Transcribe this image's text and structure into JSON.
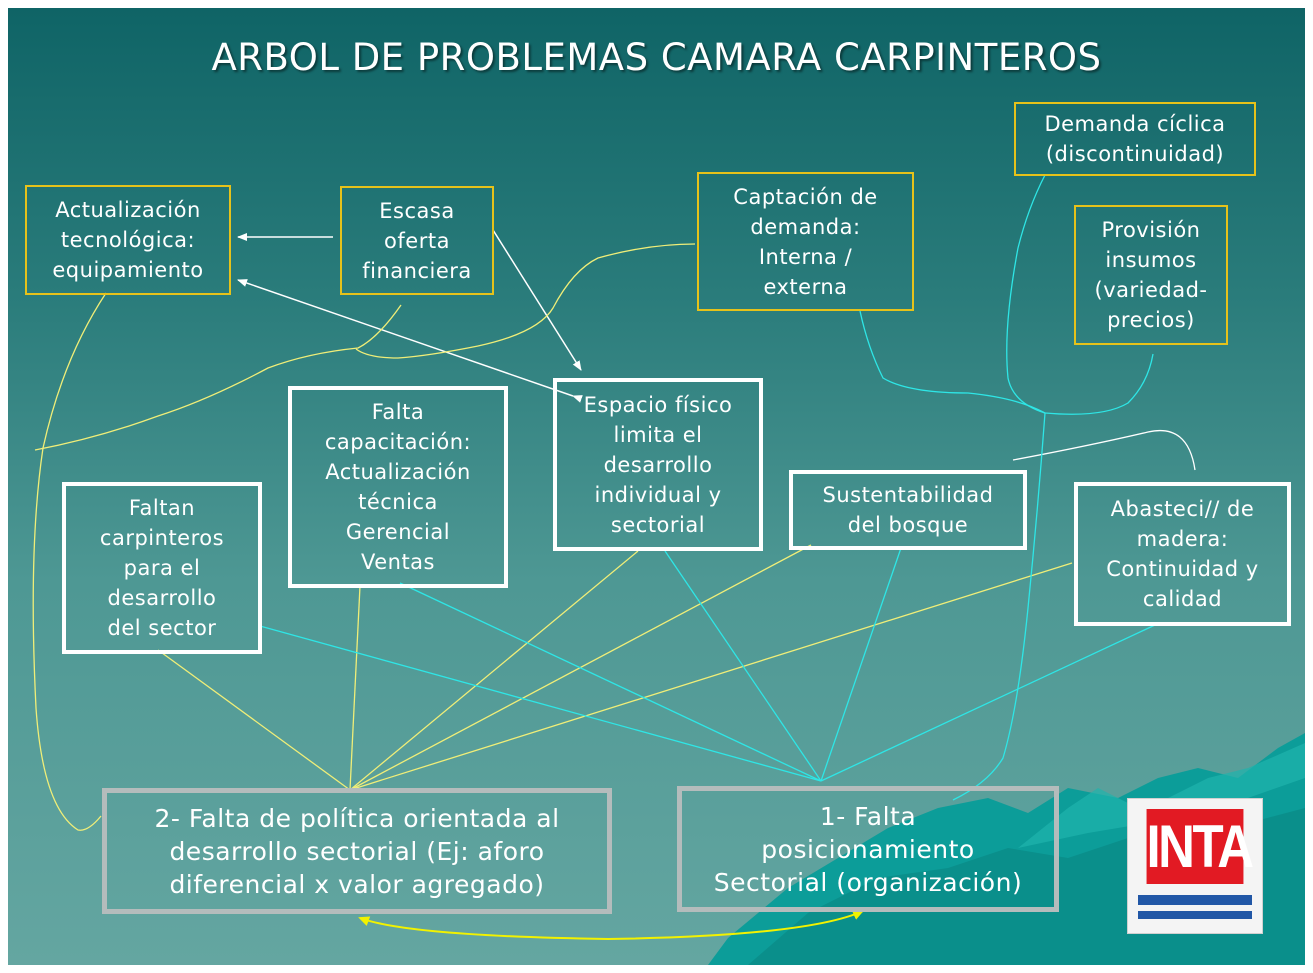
{
  "title": "ARBOL DE PROBLEMAS CAMARA CARPINTEROS",
  "boxes": {
    "actualizacion": "Actualización\ntecnológica:\nequipamiento",
    "escasa": "Escasa\noferta\nfinanciera",
    "captacion": "Captación de\ndemanda:\nInterna /\nexterna",
    "demanda_ciclica": "Demanda cíclica\n(discontinuidad)",
    "provision": "Provisión\ninsumos\n(variedad-\nprecios)",
    "espacio": "Espacio físico\nlimita el\ndesarrollo\nindividual y\nsectorial",
    "falta_capacitacion": "Falta\ncapacitación:\nActualización\ntécnica\nGerencial\nVentas",
    "faltan_carpinteros": "Faltan\ncarpinteros\npara el\ndesarrollo\ndel sector",
    "sustentabilidad": "Sustentabilidad\ndel bosque",
    "abastecimiento": "Abasteci// de\nmadera:\nContinuidad y\ncalidad",
    "politica": "2- Falta de política orientada al\ndesarrollo sectorial  (Ej: aforo\ndiferencial x valor agregado)",
    "posicionamiento": "1- Falta\nposicionamiento\nSectorial (organización)"
  },
  "logo_text": "INTA",
  "colors": {
    "yellow_border": "#e6c21a",
    "yellow_line": "#f0ee78",
    "cyan_line": "#2ee6e6",
    "white": "#ffffff",
    "gray_border": "#b4bcbc",
    "arrow_yellow": "#f2f200",
    "logo_red": "#e21a23",
    "logo_blue": "#2157a6"
  }
}
